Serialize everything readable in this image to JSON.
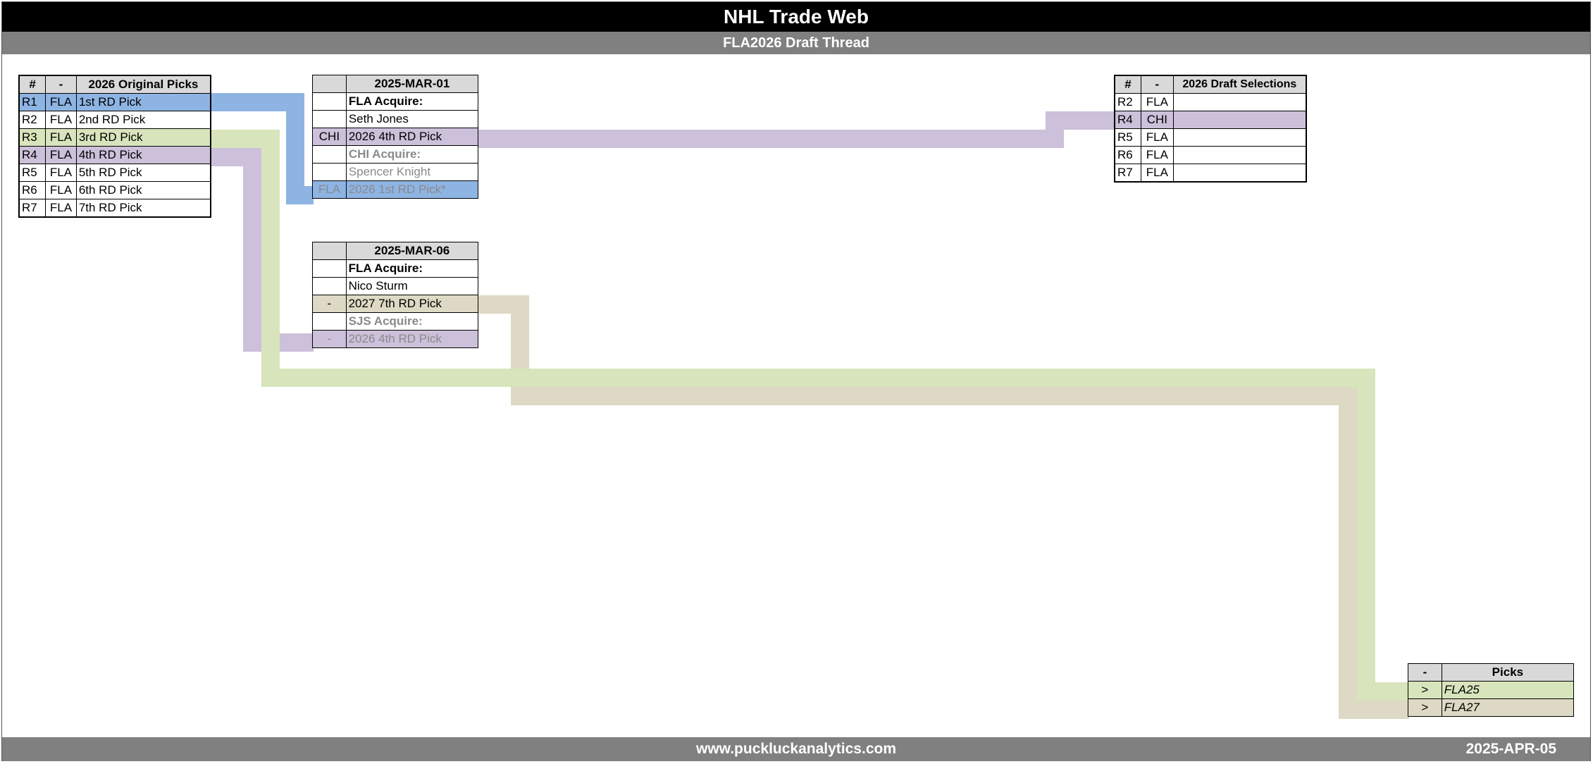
{
  "header": {
    "title": "NHL Trade Web",
    "subtitle": "FLA2026 Draft Thread"
  },
  "original_picks": {
    "headers": [
      "#",
      "-",
      "2026 Original Picks"
    ],
    "rows": [
      {
        "round": "R1",
        "team": "FLA",
        "label": "1st RD Pick",
        "color": "#8eb4e3"
      },
      {
        "round": "R2",
        "team": "FLA",
        "label": "2nd RD Pick",
        "color": ""
      },
      {
        "round": "R3",
        "team": "FLA",
        "label": "3rd RD Pick",
        "color": "#d8e4bc"
      },
      {
        "round": "R4",
        "team": "FLA",
        "label": "4th RD Pick",
        "color": "#ccc0da"
      },
      {
        "round": "R5",
        "team": "FLA",
        "label": "5th RD Pick",
        "color": ""
      },
      {
        "round": "R6",
        "team": "FLA",
        "label": "6th RD Pick",
        "color": ""
      },
      {
        "round": "R7",
        "team": "FLA",
        "label": "7th RD Pick",
        "color": ""
      }
    ]
  },
  "trade1": {
    "date": "2025-MAR-01",
    "rows": [
      {
        "tag": "",
        "text": "FLA Acquire:"
      },
      {
        "tag": "",
        "text": "Seth Jones"
      },
      {
        "tag": "CHI",
        "text": "2026 4th RD Pick"
      },
      {
        "tag": "",
        "text": "CHI Acquire:"
      },
      {
        "tag": "",
        "text": "Spencer Knight"
      },
      {
        "tag": "FLA",
        "text": "2026 1st RD Pick*"
      }
    ]
  },
  "trade2": {
    "date": "2025-MAR-06",
    "rows": [
      {
        "tag": "",
        "text": "FLA Acquire:"
      },
      {
        "tag": "",
        "text": "Nico Sturm"
      },
      {
        "tag": "-",
        "text": "2027 7th RD Pick"
      },
      {
        "tag": "",
        "text": "SJS Acquire:"
      },
      {
        "tag": "-",
        "text": "2026 4th RD Pick"
      }
    ]
  },
  "draft_selections": {
    "headers": [
      "#",
      "-",
      "2026 Draft Selections"
    ],
    "rows": [
      {
        "round": "R2",
        "team": "FLA",
        "label": ""
      },
      {
        "round": "R4",
        "team": "CHI",
        "label": ""
      },
      {
        "round": "R5",
        "team": "FLA",
        "label": ""
      },
      {
        "round": "R6",
        "team": "FLA",
        "label": ""
      },
      {
        "round": "R7",
        "team": "FLA",
        "label": ""
      }
    ]
  },
  "picks_box": {
    "headers": [
      "-",
      "Picks"
    ],
    "rows": [
      {
        "arrow": ">",
        "label": "FLA25"
      },
      {
        "arrow": ">",
        "label": "FLA27"
      }
    ]
  },
  "thread_colors": {
    "r1": "#8eb4e3",
    "r3": "#d8e4bc",
    "r4": "#ccc0da",
    "pick2027": "#ddd9c4"
  },
  "footer": {
    "url": "www.puckluckanalytics.com",
    "date": "2025-APR-05"
  }
}
